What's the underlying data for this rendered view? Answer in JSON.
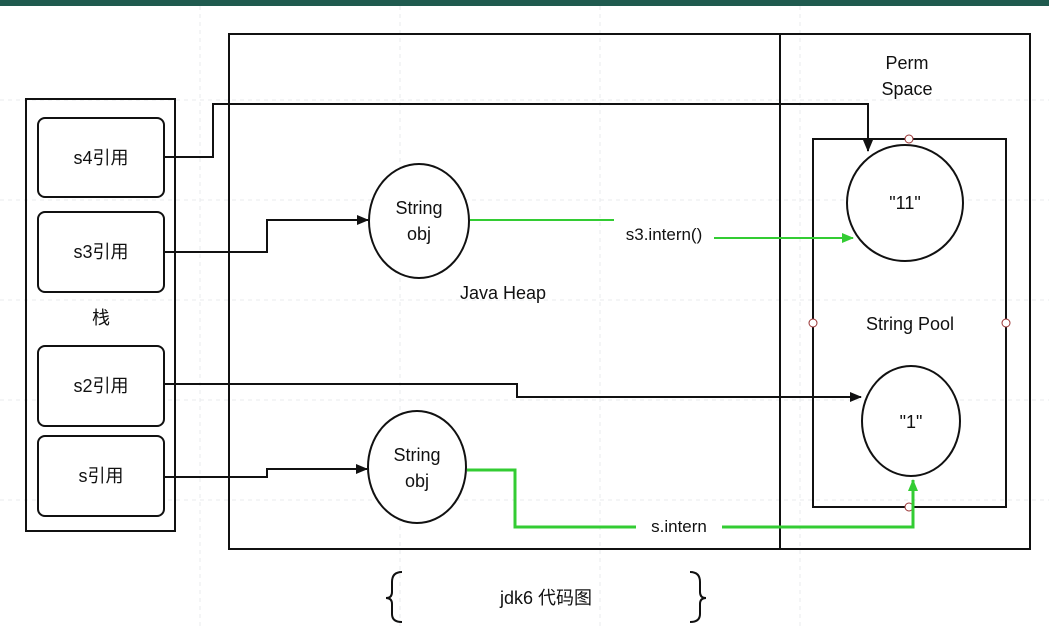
{
  "diagram": {
    "stack": {
      "label": "栈",
      "refs": [
        {
          "id": "s4",
          "label": "s4引用"
        },
        {
          "id": "s3",
          "label": "s3引用"
        },
        {
          "id": "s2",
          "label": "s2引用"
        },
        {
          "id": "s",
          "label": "s引用"
        }
      ]
    },
    "heap": {
      "label": "Java Heap",
      "objects": [
        {
          "id": "obj1",
          "line1": "String",
          "line2": "obj"
        },
        {
          "id": "obj2",
          "line1": "String",
          "line2": "obj"
        }
      ]
    },
    "perm": {
      "label_line1": "Perm",
      "label_line2": "Space",
      "pool": {
        "label": "String Pool",
        "items": [
          {
            "id": "p11",
            "label": "\"11\""
          },
          {
            "id": "p1",
            "label": "\"1\""
          }
        ]
      }
    },
    "edges": {
      "s3_intern": "s3.intern()",
      "s_intern": "s.intern"
    },
    "caption": "jdk6 代码图",
    "colors": {
      "line": "#111111",
      "green": "#33cc33",
      "topbar": "#1f5a4e",
      "grid": "#e8ebee"
    }
  }
}
